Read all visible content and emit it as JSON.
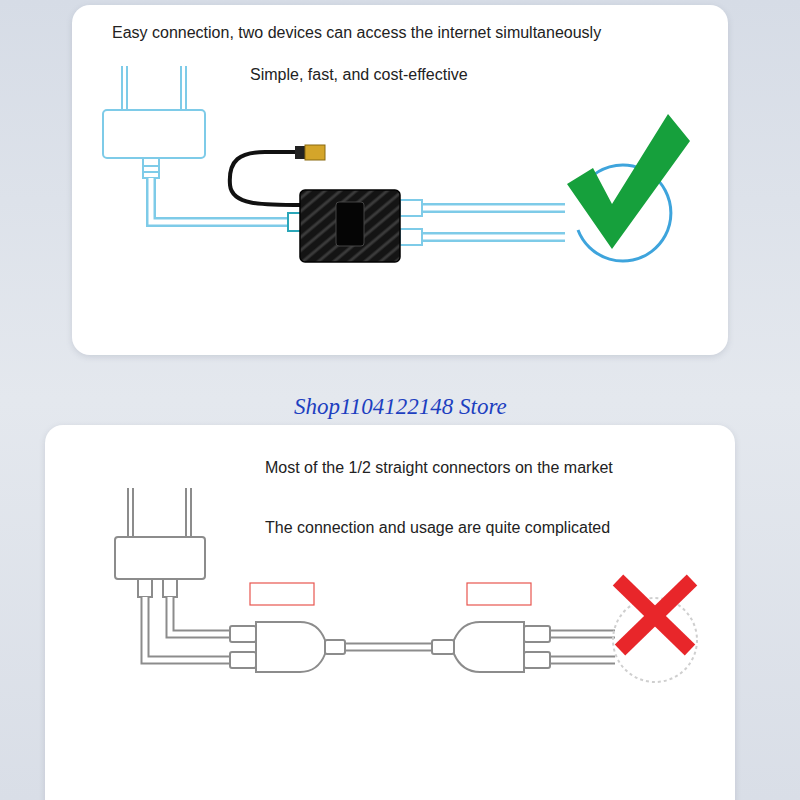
{
  "diagram": {
    "nodes": [
      {
        "text": [
          "Easy connection, two devices can access the internet simultaneously",
          "Simple, fast, and cost-effective"
        ]
      },
      {
        "text": [
          "Most of the 1/2 straight connectors on the market",
          "The connection and usage are quite complicated"
        ]
      }
    ],
    "labels": [
      "Shop1104122148 Store"
    ]
  }
}
